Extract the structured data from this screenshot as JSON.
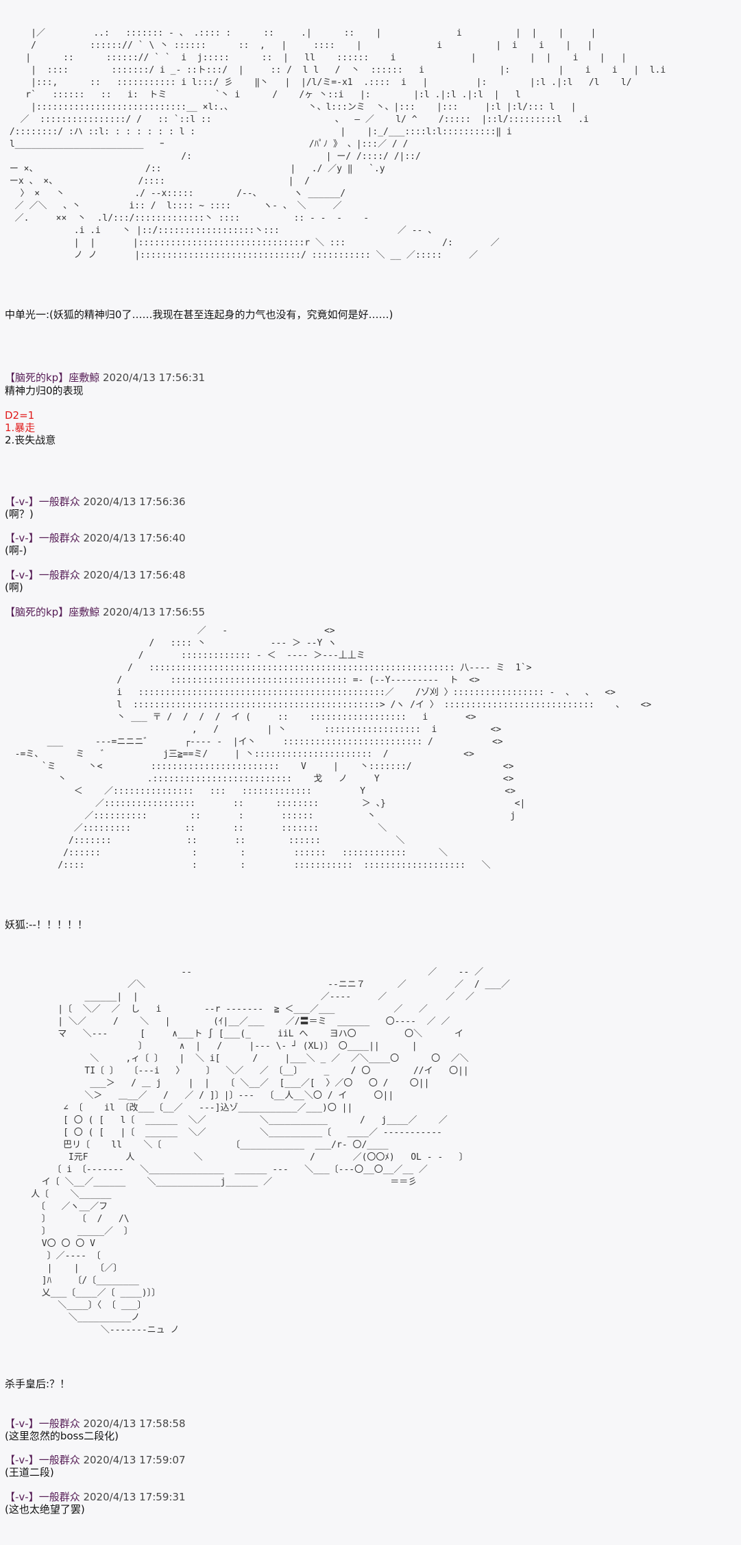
{
  "art": [
    "     |／         ..:   ::::::: ‐ 、 .:::: :      ::     .|      ::    |              i          |  |    |     |\n     /          ::::::// ` \\ 丶 ::::::      ::  ,   |     ::::    |              i          |  i    i    |   |\n    |      ::      ::::::// ` `  i  j:::::      ::  |   ll    ::::::    i              |          |  |    i    |   |\n     |  ::::        :::::::/ i _‐ ::ト:::/  |     :: /  l l   /  丶  ::::::   i              |:         |    i    i   |  l.i\n     |:::,      ::   ::::::::::: i l:::/ 彡    ‖丶   |  |/l/ミ=-x1  .::::  i   |         |:        |:l .|:l   /l    l/\n    r`   ::::::   ::   i:  トミ         `丶 i      /    /ヶ 丶::i   |:        |:l .|:l .|:l  |   l\n     |::::::::::::::::::::::::::::__ ×l:.、              丶、l:::ンミ  丶、|:::    |:::     |:l |:l/::: l   |\n   ／  ::::::::::::::::/ /   :: `::l ::                       、  ― ／    l/ ^    /:::::  |::l/:::::::::l   .i\n /::::::::/ :ハ ::l: : : : : : : l :                           |    |:_/___::::l:l::::::::::‖ i\n l________________________   ｰ                           /ﾊﾟﾉ 》 、|:::／ / /\n                                 /:                         | ー/ /::::/ /|::/\n ー ×、                    /::                        |   ./ ／y ‖   `.y\n ーx 、 ×、               /::::                       |  /\n   〉 ×   丶             ./ ‐‐x:::::        /‐‐、      ヽ ______/\n  ／ ／＼   、丶         i:: /  l:::: ~ ::::      ヽ‐ 、 ＼     ／\n  ／.     ××  丶  .l/:::/:::::::::::::丶 ::::          :: ‐ ‐  ‐    ‐\n             .i .i    丶 |::/::::::::::::::::::丶:::                      ／ ‐‐ 、\n             |  |       |:::::::::::::::::::::::::::::::r ＼ :::                  /:       ／\n             ノ ノ       |::::::::::::::::::::::::::::::/ ::::::::::: ＼ __ ／:::::     ／",
    "                                    ／   ‐                  <>\n                           /   :::: 丶            ‐‐‐ ＞ ‐‐Y ヽ\n                         /       ::::::::::::: ‐ ＜  ‐‐‐‐ ＞‐‐‐丄丄ミ\n                       /   ::::::::::::::::::::::::::::::::::::::::::::::::::::::::: 八‐‐‐‐ ミ  1`>\n                     /         ::::::::::::::::::::::::::::::::: =‐ (‐‐Y‐‐‐‐‐‐‐‐‐  ト  <>\n                     i   ::::::::::::::::::::::::::::::::::::::::::::::／    /ゾ刈 〉::::::::::::::::: ‐  、  、  <>\n                     l  ::::::::::::::::::::::::::::::::::::::::::::::> /ヽ /イ 〉 ::::::::::::::::::::::::::::    、   <>\n                     丶 ___ 〒 /  /  /  /  イ (     ::    ::::::::::::::::::   i       <>\n                                   ,   /         | 丶       ::::::::::::::::::  i          <>\n        ___      ‐‐‐=ニニニ゛      ┌‐‐‐‐ ‐  |イ丶     :::::::::::::::::::::::::: /           <>\n  ‐=ミ、      ミ   ゛          j三≧==ミ/     | 丶::::::::::::::::::::::  /              <>\n       `ミ      丶<         ::::::::::::::::::::::::    V     |    丶:::::::/                 <>\n          丶               .::::::::::::::::::::::::::    戈   ノ     Y                       <>\n             ＜    ／:::::::::::::::   :::   :::::::::::::         Y                          <>\n                 ／:::::::::::::::::       ::      ::::::::        ＞ 、}                        <|\n               ／::::::::::        ::       :       ::::::          丶                         j\n             ／:::::::::          ::       ::       :::::::           ＼\n            /:::::::              ::       ::        ::::::              ＼\n           /::::::                 :        :         ::::::   ::::::::::::      ＼\n          /::::                    :        :         :::::::::::  :::::::::::::::::::   ＼",
    "                                 ‐‐                                            ／    ‐‐ ／\n                       ／＼                                  ‐‐ニニ７      ／         ／  / ___／\n               ______|  |                                  ／‐‐‐‐     ／           ／  ／\n          |〔  ＼／  ／  し   i        ‐‐r ‐‐‐‐‐‐‐  ≧ ＜___／___           ／   ／\n          | ＼／     /    ＼   |        (ｲ|__／___    ／/〓＝ミ  ______   〇‐‐‐‐  ／ ／\n          マ   ＼‐‐‐      [     ∧___ト ∫ [___(_     iiL へ    ヨハ〇         〇＼      イ\n                         〕      ∧  |   /     |‐‐‐ \\‐ ┘ (XL)〕 〇____||      |\n                ＼     ,ィ〔 〕   |  ＼ i[      /     |___＼ _ ／  ／＼____〇      〇  ／＼\n               TI〔 〕  〔‐‐‐i   〉    〕  ＼／   ／ 〔__〕    _    / 〇        //イ   〇||\n                ___＞   / ＿ j     |  |   〔 ＼__／  [___／[  〉／〇   〇 /    〇||\n               ＼＞   ＿__／   /   ／ / ]〕|〕‐‐‐  〔__人__＼〇 / イ     〇||\n           ∠ 〔    il 〔改___〔__／   ‐‐‐]込ゾ___________／___)〇 ||\n           [ 〇 ( [   l〔  ______  ＼／          ＼___________      /   j____／    ／\n           [ 〇 ( [   |〔  ______  ＼／          ＼__________〔   ____／ ‐‐‐‐‐‐‐‐‐‐‐\n           巴リ〔    ll    ＼〔             〔____________  ___/r‐ 〇/____\n            I元F       人           ＼                    /       ／(〇〇ﾒ)   OL ‐ ‐   〕\n         〔 i 〔‐‐‐‐‐‐‐   ＼______________  ______ ‐‐‐   ＼___〔‐‐‐〇__〇__／__ ／\n       イ〔 ＼__／______    ＼____________j______ ／                      ＝＝彡\n     人〔    ＼______\n      〔   ／ヽ__／フ\n       〕     〔  /   /\\\n       〕     _____／  〕\n       V〇 〇 〇 V\n        〕／‐‐‐‐ 〔\n        |    |   〔／〕\n       ]ﾊ    〔/〔________\n       乂___〔____／〔 ____)〕〕\n          ＼____〕〈 〔 ___〕\n            ＼__________ノ\n                  ＼‐‐‐‐‐‐‐ニュ ノ"
  ],
  "messages": {
    "m1": "中单光一:(妖狐的精神归0了……我现在甚至连起身的力气也没有，究竟如何是好……)",
    "h1_name": "【脑死的kp】座敷鯨",
    "h1_time": " 2020/4/13 17:56:31",
    "m2": "精神力归0的表现",
    "dice": "D2=1",
    "opt1": "1.暴走",
    "opt2": "2.丧失战意",
    "h2_name": "【‐v‐】一般群众",
    "h2_time": " 2020/4/13 17:56:36",
    "m3": "(啊？)",
    "h3_name": "【‐v‐】一般群众",
    "h3_time": " 2020/4/13 17:56:40",
    "m4": "(啊‐)",
    "h4_name": "【‐v‐】一般群众",
    "h4_time": " 2020/4/13 17:56:48",
    "m5": "(啊)",
    "h5_name": "【脑死的kp】座敷鯨",
    "h5_time": " 2020/4/13 17:56:55",
    "m6": "妖狐:‐‐！！！！！",
    "m7": "杀手皇后:？！",
    "h6_name": "【‐v‐】一般群众",
    "h6_time": " 2020/4/13 17:58:58",
    "m8": "(这里忽然的boss二段化)",
    "h7_name": "【‐v‐】一般群众",
    "h7_time": " 2020/4/13 17:59:07",
    "m9": "(王道二段)",
    "h8_name": "【‐v‐】一般群众",
    "h8_time": " 2020/4/13 17:59:31",
    "m10": "(这也太绝望了罢)"
  }
}
